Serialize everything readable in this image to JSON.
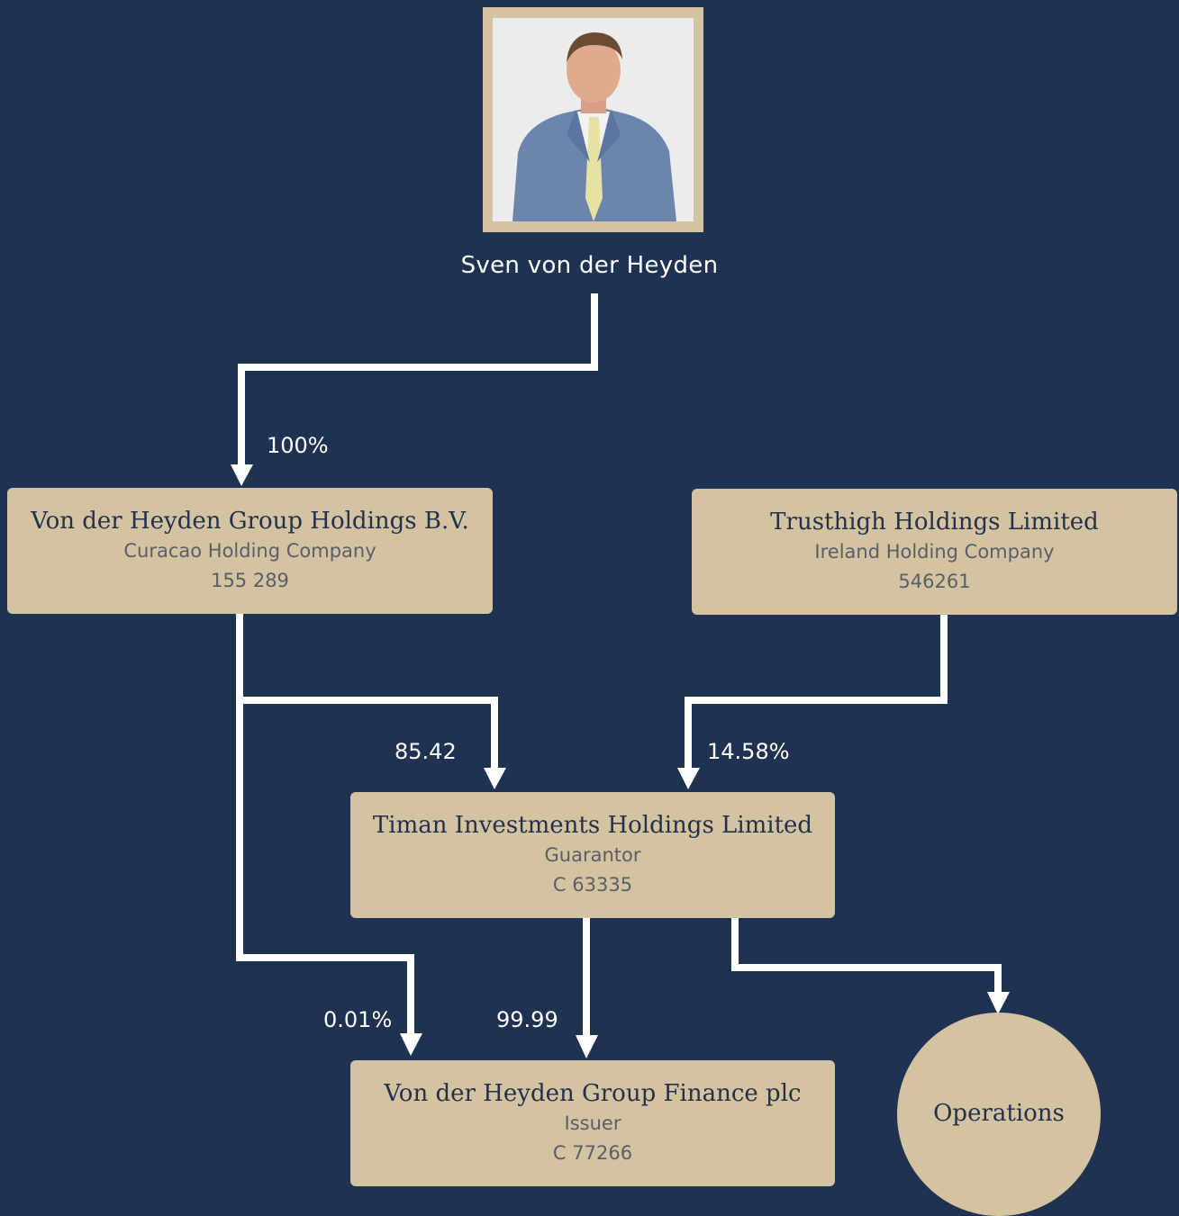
{
  "person": {
    "name": "Sven von der Heyden"
  },
  "entities": {
    "vdh_holdings": {
      "name": "Von der Heyden Group Holdings B.V.",
      "role": "Curacao Holding Company",
      "reg": "155 289"
    },
    "trusthigh": {
      "name": "Trusthigh Holdings Limited",
      "role": "Ireland Holding Company",
      "reg": "546261"
    },
    "timan": {
      "name": "Timan Investments Holdings Limited",
      "role": "Guarantor",
      "reg": "C 63335"
    },
    "finance": {
      "name": "Von der Heyden Group Finance plc",
      "role": "Issuer",
      "reg": "C 77266"
    },
    "operations": {
      "name": "Operations"
    }
  },
  "ownership": {
    "person_to_holdings": "100%",
    "holdings_to_timan": "85.42",
    "trusthigh_to_timan": "14.58%",
    "holdings_to_finance": "0.01%",
    "timan_to_finance": "99.99"
  },
  "colors": {
    "background": "#203252",
    "box": "#d3c3a1",
    "line": "#ffffff",
    "title_text": "#24314d",
    "sub_text": "#5a5e68"
  }
}
